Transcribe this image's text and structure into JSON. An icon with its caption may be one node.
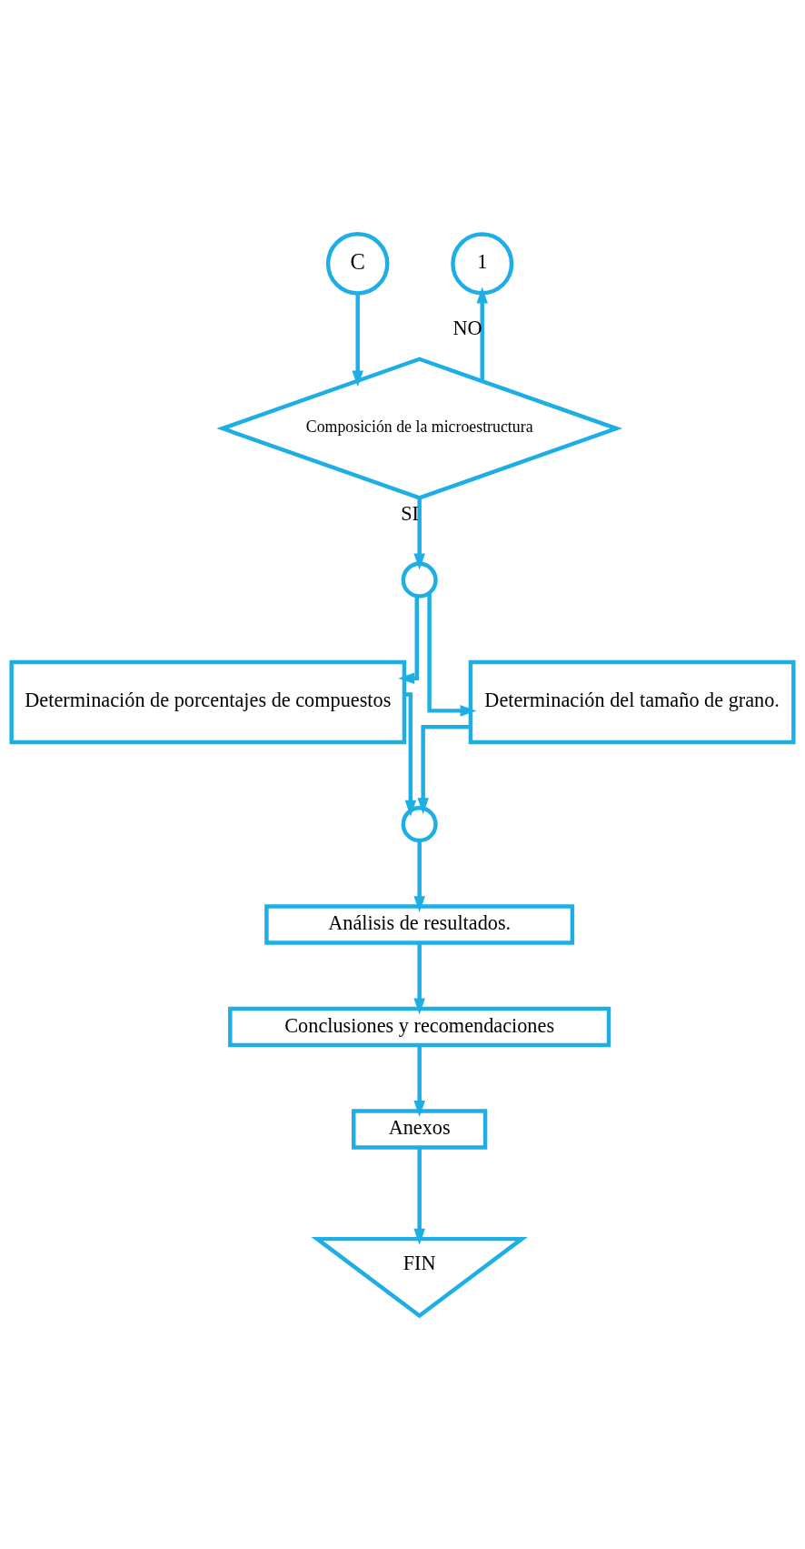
{
  "diagram": {
    "nodes": [
      {
        "text": [
          "C"
        ]
      },
      {
        "text": [
          "1"
        ]
      },
      {
        "text": [
          "Composición de la microestructura"
        ]
      },
      {
        "text": [],
        "shape": "circle"
      },
      {
        "text": [
          "Determinación de porcentajes de compuestos"
        ]
      },
      {
        "text": [
          "Determinación del tamaño de grano."
        ]
      },
      {
        "text": [],
        "shape": "circle"
      },
      {
        "text": [
          "Análisis de resultados."
        ]
      },
      {
        "text": [
          "Conclusiones y recomendaciones"
        ]
      },
      {
        "text": [
          "Anexos"
        ]
      },
      {
        "text": [
          "FIN"
        ]
      }
    ],
    "edges": [
      {
        "from": 0,
        "to": 2,
        "arrow": "to"
      },
      {
        "from": 2,
        "to": 1,
        "arrow": "to",
        "label": "NO"
      },
      {
        "from": 2,
        "to": 3,
        "arrow": "to",
        "label": "SI"
      },
      {
        "from": 3,
        "to": 4,
        "arrow": "to"
      },
      {
        "from": 3,
        "to": 5,
        "arrow": "to"
      },
      {
        "from": 4,
        "to": 6,
        "arrow": "to"
      },
      {
        "from": 5,
        "to": 6,
        "arrow": "to"
      },
      {
        "from": 6,
        "to": 7,
        "arrow": "to"
      },
      {
        "from": 7,
        "to": 8,
        "arrow": "to"
      },
      {
        "from": 8,
        "to": 9,
        "arrow": "to"
      },
      {
        "from": 9,
        "to": 10,
        "arrow": "to"
      }
    ]
  }
}
